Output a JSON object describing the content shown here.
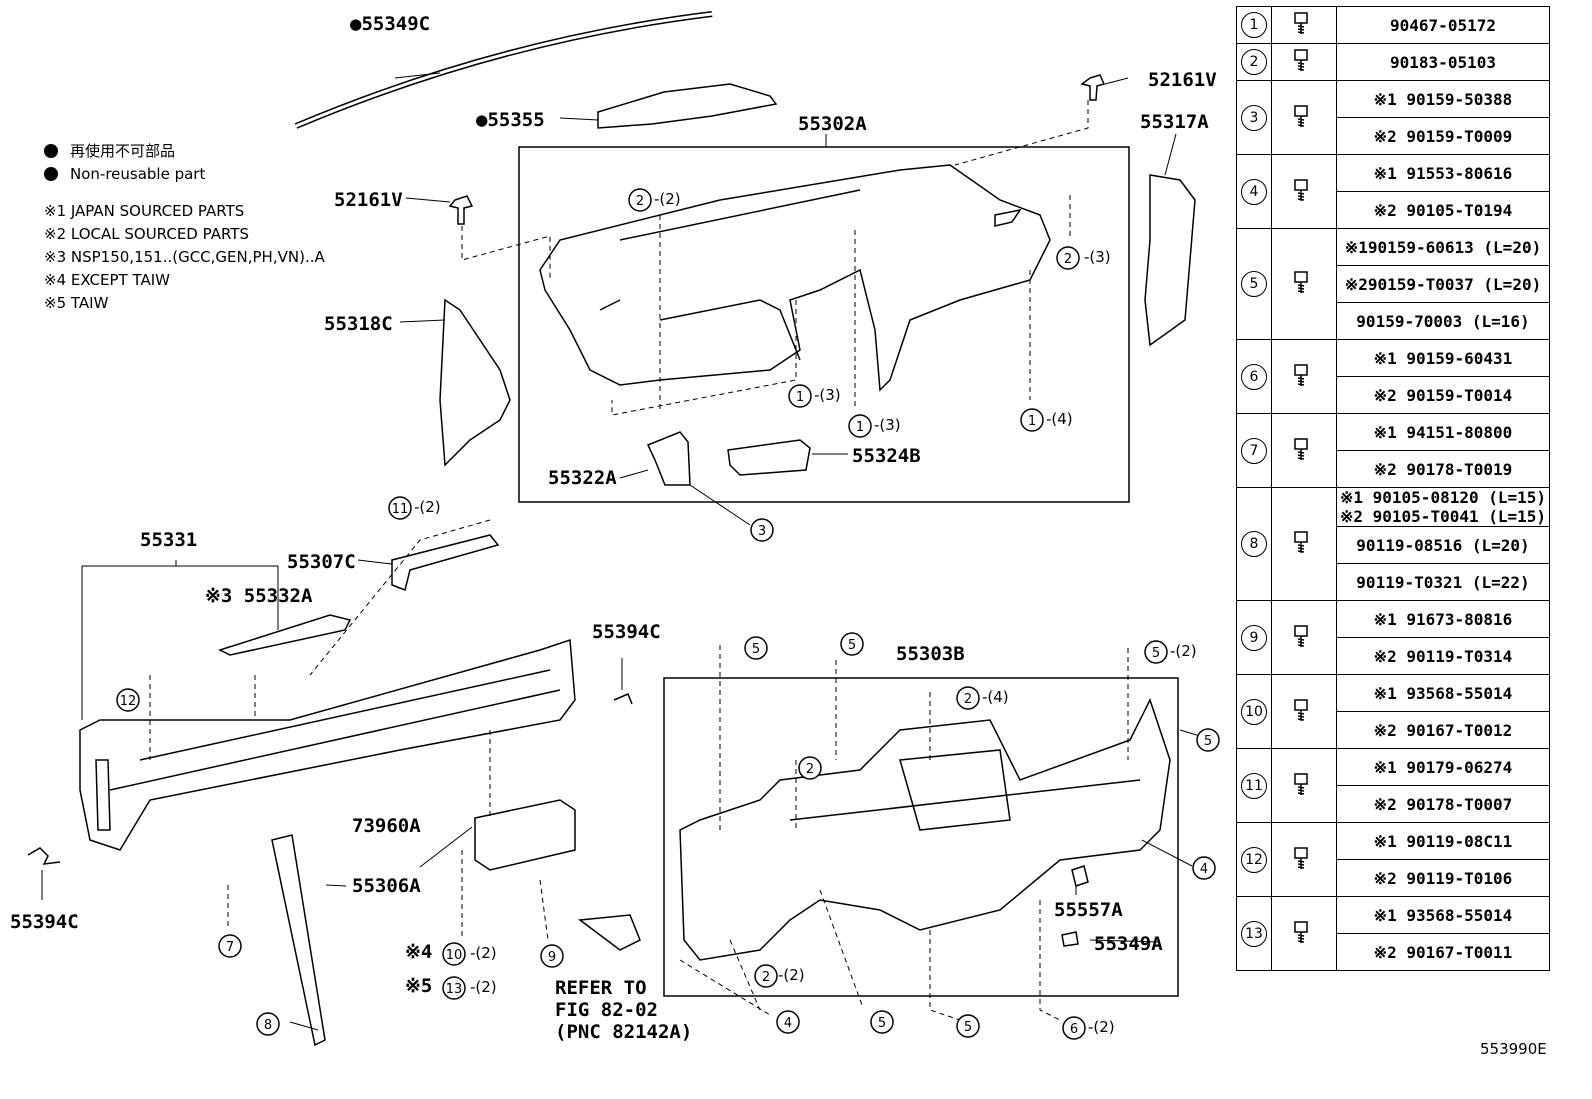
{
  "legend": {
    "jp": "再使用不可部品",
    "en": "Non-reusable part",
    "notes": [
      "※1 JAPAN SOURCED PARTS",
      "※2 LOCAL SOURCED PARTS",
      "※3 NSP150,151..(GCC,GEN,PH,VN)..A",
      "※4 EXCEPT TAIW",
      "※5 TAIW"
    ]
  },
  "labels": {
    "l55349C": "●55349C",
    "l55355": "●55355",
    "l52161V_top": "52161V",
    "l52161V_left": "52161V",
    "l55302A": "55302A",
    "l55317A": "55317A",
    "l55318C": "55318C",
    "l55322A": "55322A",
    "l55324B": "55324B",
    "l55331": "55331",
    "l55307C": "55307C",
    "l55332A": "※3 55332A",
    "l55394C_r": "55394C",
    "l55394C_l": "55394C",
    "l55303B": "55303B",
    "l73960A": "73960A",
    "l55306A": "55306A",
    "l55557A": "55557A",
    "l55349A": "55349A",
    "refer1": "REFER TO",
    "refer2": "FIG 82-02",
    "refer3": "(PNC 82142A)",
    "note4": "※4",
    "note5": "※5",
    "c2_2": "-(2)",
    "c2_3": "-(3)",
    "c1_3a": "-(3)",
    "c1_3b": "-(3)",
    "c1_4": "-(4)",
    "c11_2": "-(2)",
    "c10_2": "-(2)",
    "c13_2": "-(2)",
    "c5_2": "-(2)",
    "c2_4": "-(4)",
    "c2_2b": "-(2)",
    "c6_2": "-(2)"
  },
  "parts_table": [
    {
      "no": "1",
      "icon": "clip-icon",
      "pn": [
        "90467-05172"
      ]
    },
    {
      "no": "2",
      "icon": "nut-clip-icon",
      "pn": [
        "90183-05103"
      ]
    },
    {
      "no": "3",
      "icon": "screw-icon",
      "pn": [
        "※1 90159-50388",
        "※2 90159-T0009"
      ]
    },
    {
      "no": "4",
      "icon": "screw-icon",
      "pn": [
        "※1 91553-80616",
        "※2 90105-T0194"
      ]
    },
    {
      "no": "5",
      "icon": "bolt-icon",
      "pn": [
        "※190159-60613 (L=20)",
        "※290159-T0037 (L=20)",
        "90159-70003 (L=16)"
      ]
    },
    {
      "no": "6",
      "icon": "screw-icon",
      "pn": [
        "※1 90159-60431",
        "※2 90159-T0014"
      ]
    },
    {
      "no": "7",
      "icon": "nut-icon",
      "pn": [
        "※1 94151-80800",
        "※2 90178-T0019"
      ]
    },
    {
      "no": "8",
      "icon": "bolt-icon",
      "pn": [
        "※1 90105-08120 (L=15)\n※2 90105-T0041 (L=15)",
        "90119-08516 (L=20)",
        "90119-T0321 (L=22)"
      ]
    },
    {
      "no": "9",
      "icon": "screw-icon",
      "pn": [
        "※1 91673-80816",
        "※2 90119-T0314"
      ]
    },
    {
      "no": "10",
      "icon": "screw-icon",
      "pn": [
        "※1 93568-55014",
        "※2 90167-T0012"
      ]
    },
    {
      "no": "11",
      "icon": "nut-icon",
      "pn": [
        "※1 90179-06274",
        "※2 90178-T0007"
      ]
    },
    {
      "no": "12",
      "icon": "screw-icon",
      "pn": [
        "※1 90119-08C11",
        "※2 90119-T0106"
      ]
    },
    {
      "no": "13",
      "icon": "screw-icon",
      "pn": [
        "※1 93568-55014",
        "※2 90167-T0011"
      ]
    }
  ],
  "code": "553990E"
}
